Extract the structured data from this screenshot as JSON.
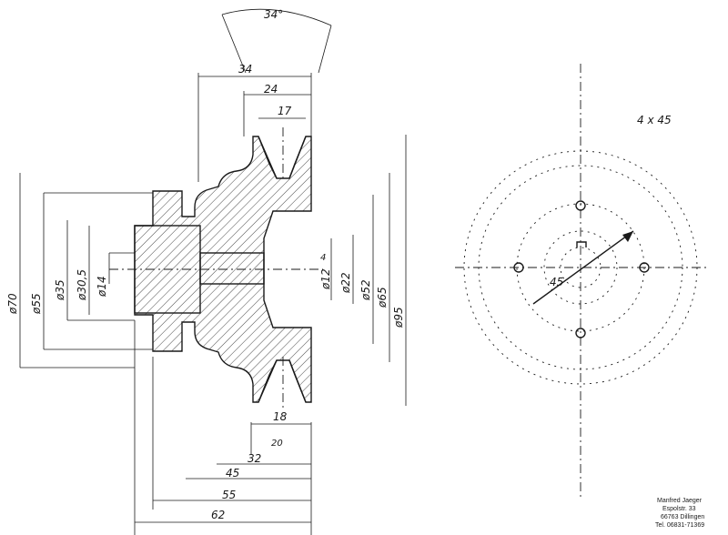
{
  "drawing": {
    "angle_label": "34°",
    "note": "4 x 45",
    "axial": {
      "d34": "34",
      "d24": "24",
      "d17": "17",
      "d18": "18",
      "d20": "20",
      "d32": "32",
      "d45": "45",
      "d55": "55",
      "d62": "62"
    },
    "diameters_left": {
      "d70": "ø70",
      "d55": "ø55",
      "d35": "ø35",
      "d30_5": "ø30,5",
      "d14": "ø14"
    },
    "diameters_right": {
      "d12": "ø12",
      "d22": "ø22",
      "d52": "ø52",
      "d65": "ø65",
      "d95": "ø95",
      "d4": "4"
    },
    "front_view": {
      "diag_label": "45"
    }
  },
  "stamp": {
    "name": "Manfred Jaeger",
    "street": "Espolstr. 33",
    "city": "66763 Dillingen",
    "phone": "Tel. 06831-71369"
  }
}
